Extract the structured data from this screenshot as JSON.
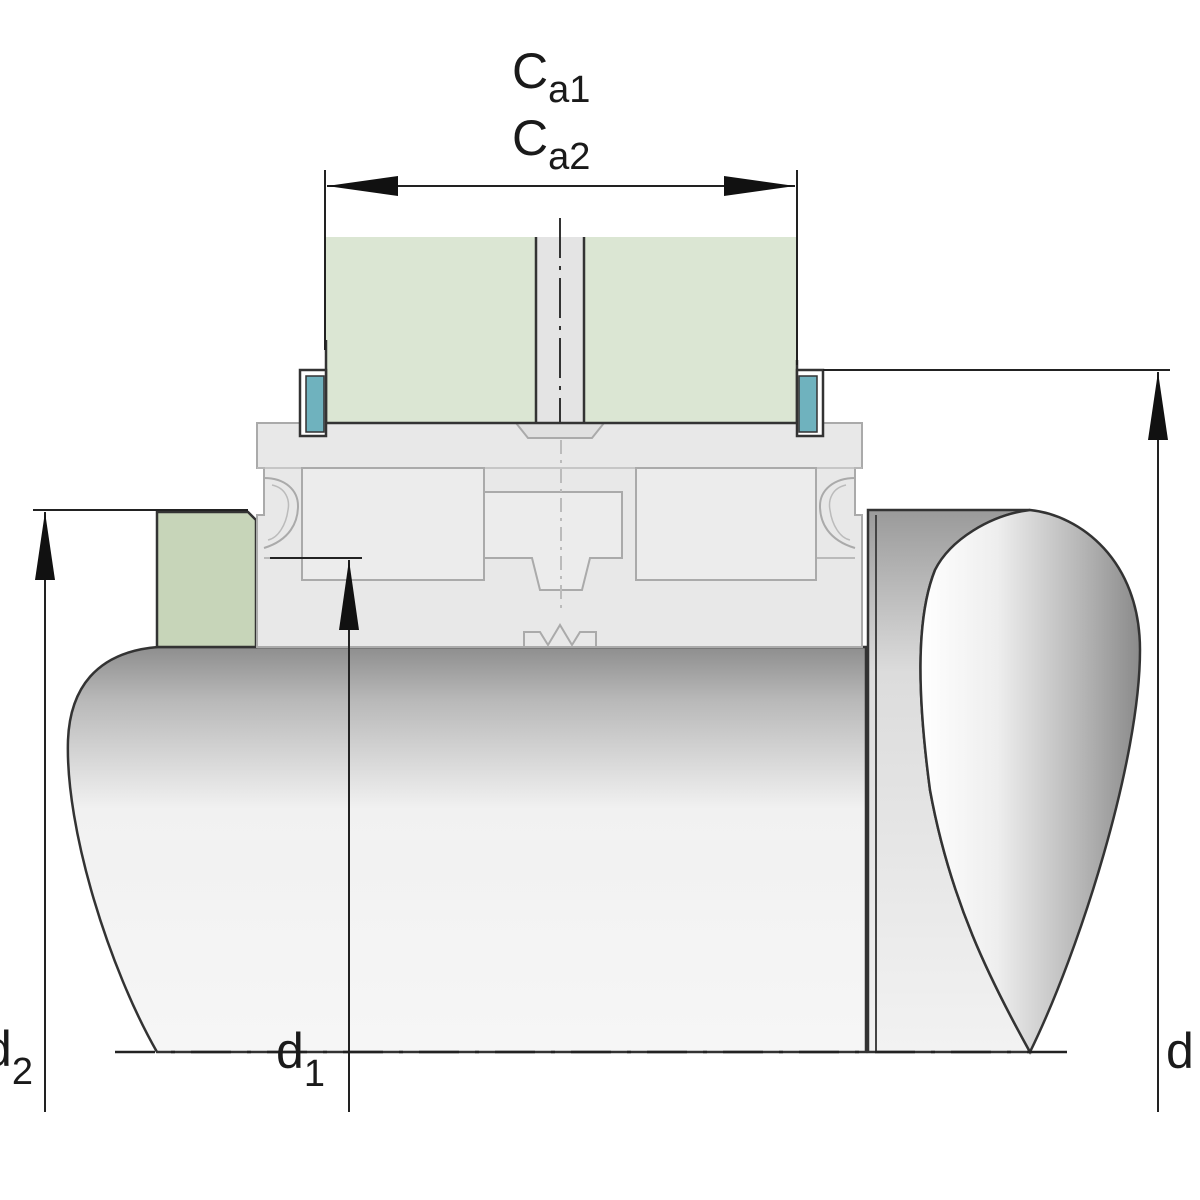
{
  "labels": {
    "ca1": {
      "main": "C",
      "sub": "a1"
    },
    "ca2": {
      "main": "C",
      "sub": "a2"
    },
    "d1": {
      "main": "d",
      "sub": "1"
    },
    "d2": {
      "main": "d",
      "sub": "2"
    },
    "d": {
      "main": "d"
    }
  },
  "colors": {
    "seal_strip": "#dbe6d3",
    "spacer_ring": "#c7d5b9",
    "o_ring": "#6fb2be",
    "bearing_housing": "#e8e8e8",
    "bearing_outline": "#aaaaaa",
    "outline": "#222222"
  }
}
